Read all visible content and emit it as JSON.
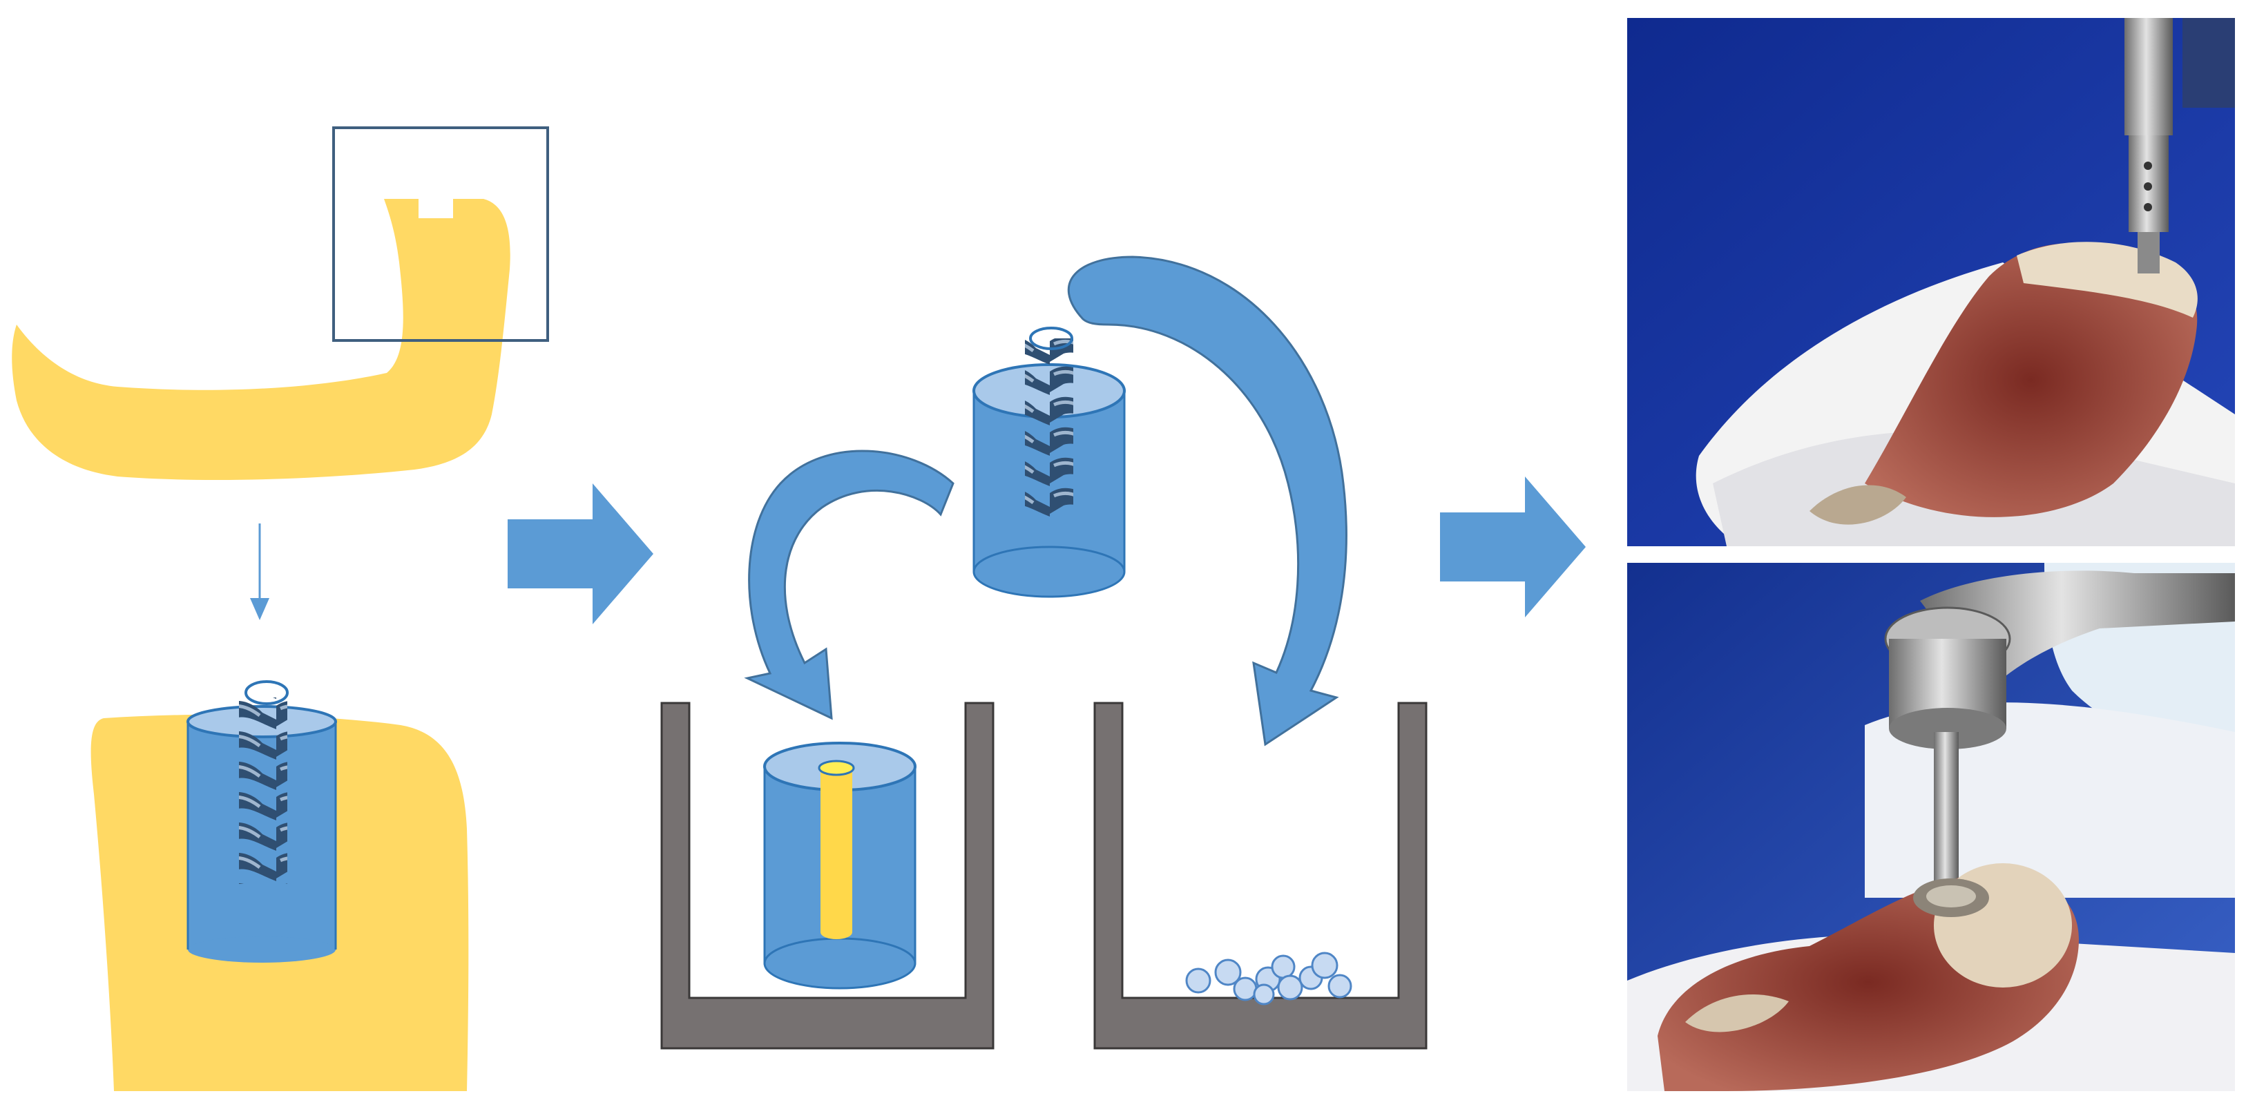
{
  "colors": {
    "bone_yellow": "#ffd964",
    "cylinder_blue": "#5b9bd5",
    "cylinder_top": "#a9c9ea",
    "outline_blue": "#2e75b6",
    "arrow_blue": "#5b9bd5",
    "curved_arrow_dark": "#41719c",
    "drill_navy": "#2f4f72",
    "container_gray": "#767171",
    "focus_box": "#3f5f7f",
    "core_yellow": "#ffd84a",
    "photo_blue": "#1c36a0",
    "photo_background": "#ffffff"
  },
  "icons": [
    "mandible-shape",
    "focus-box",
    "down-arrow",
    "bone-section",
    "trephine-drill",
    "right-block-arrow",
    "curved-arrow",
    "container",
    "bone-core",
    "bone-chips",
    "photo-trephine-drilling",
    "photo-trephine-core"
  ]
}
